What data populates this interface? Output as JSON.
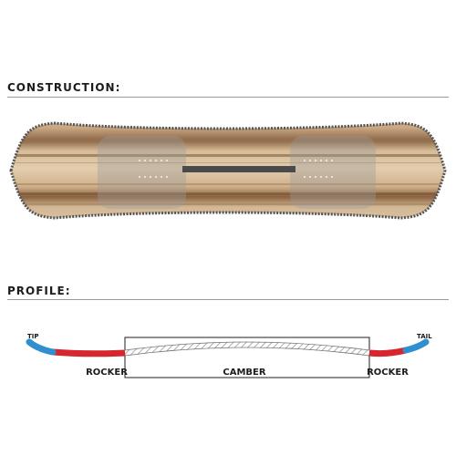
{
  "sections": {
    "construction": {
      "title": "CONSTRUCTION:"
    },
    "profile": {
      "title": "PROFILE:"
    }
  },
  "profile": {
    "tip_label": "TIP",
    "tail_label": "TAIL",
    "zones": [
      "ROCKER",
      "CAMBER",
      "ROCKER"
    ]
  },
  "colors": {
    "rocker_red": "#d7262e",
    "tip_blue": "#2f8fd0",
    "wood_light": "#dcc6a4",
    "wood_dark": "#8a6240",
    "edge": "#555555"
  }
}
